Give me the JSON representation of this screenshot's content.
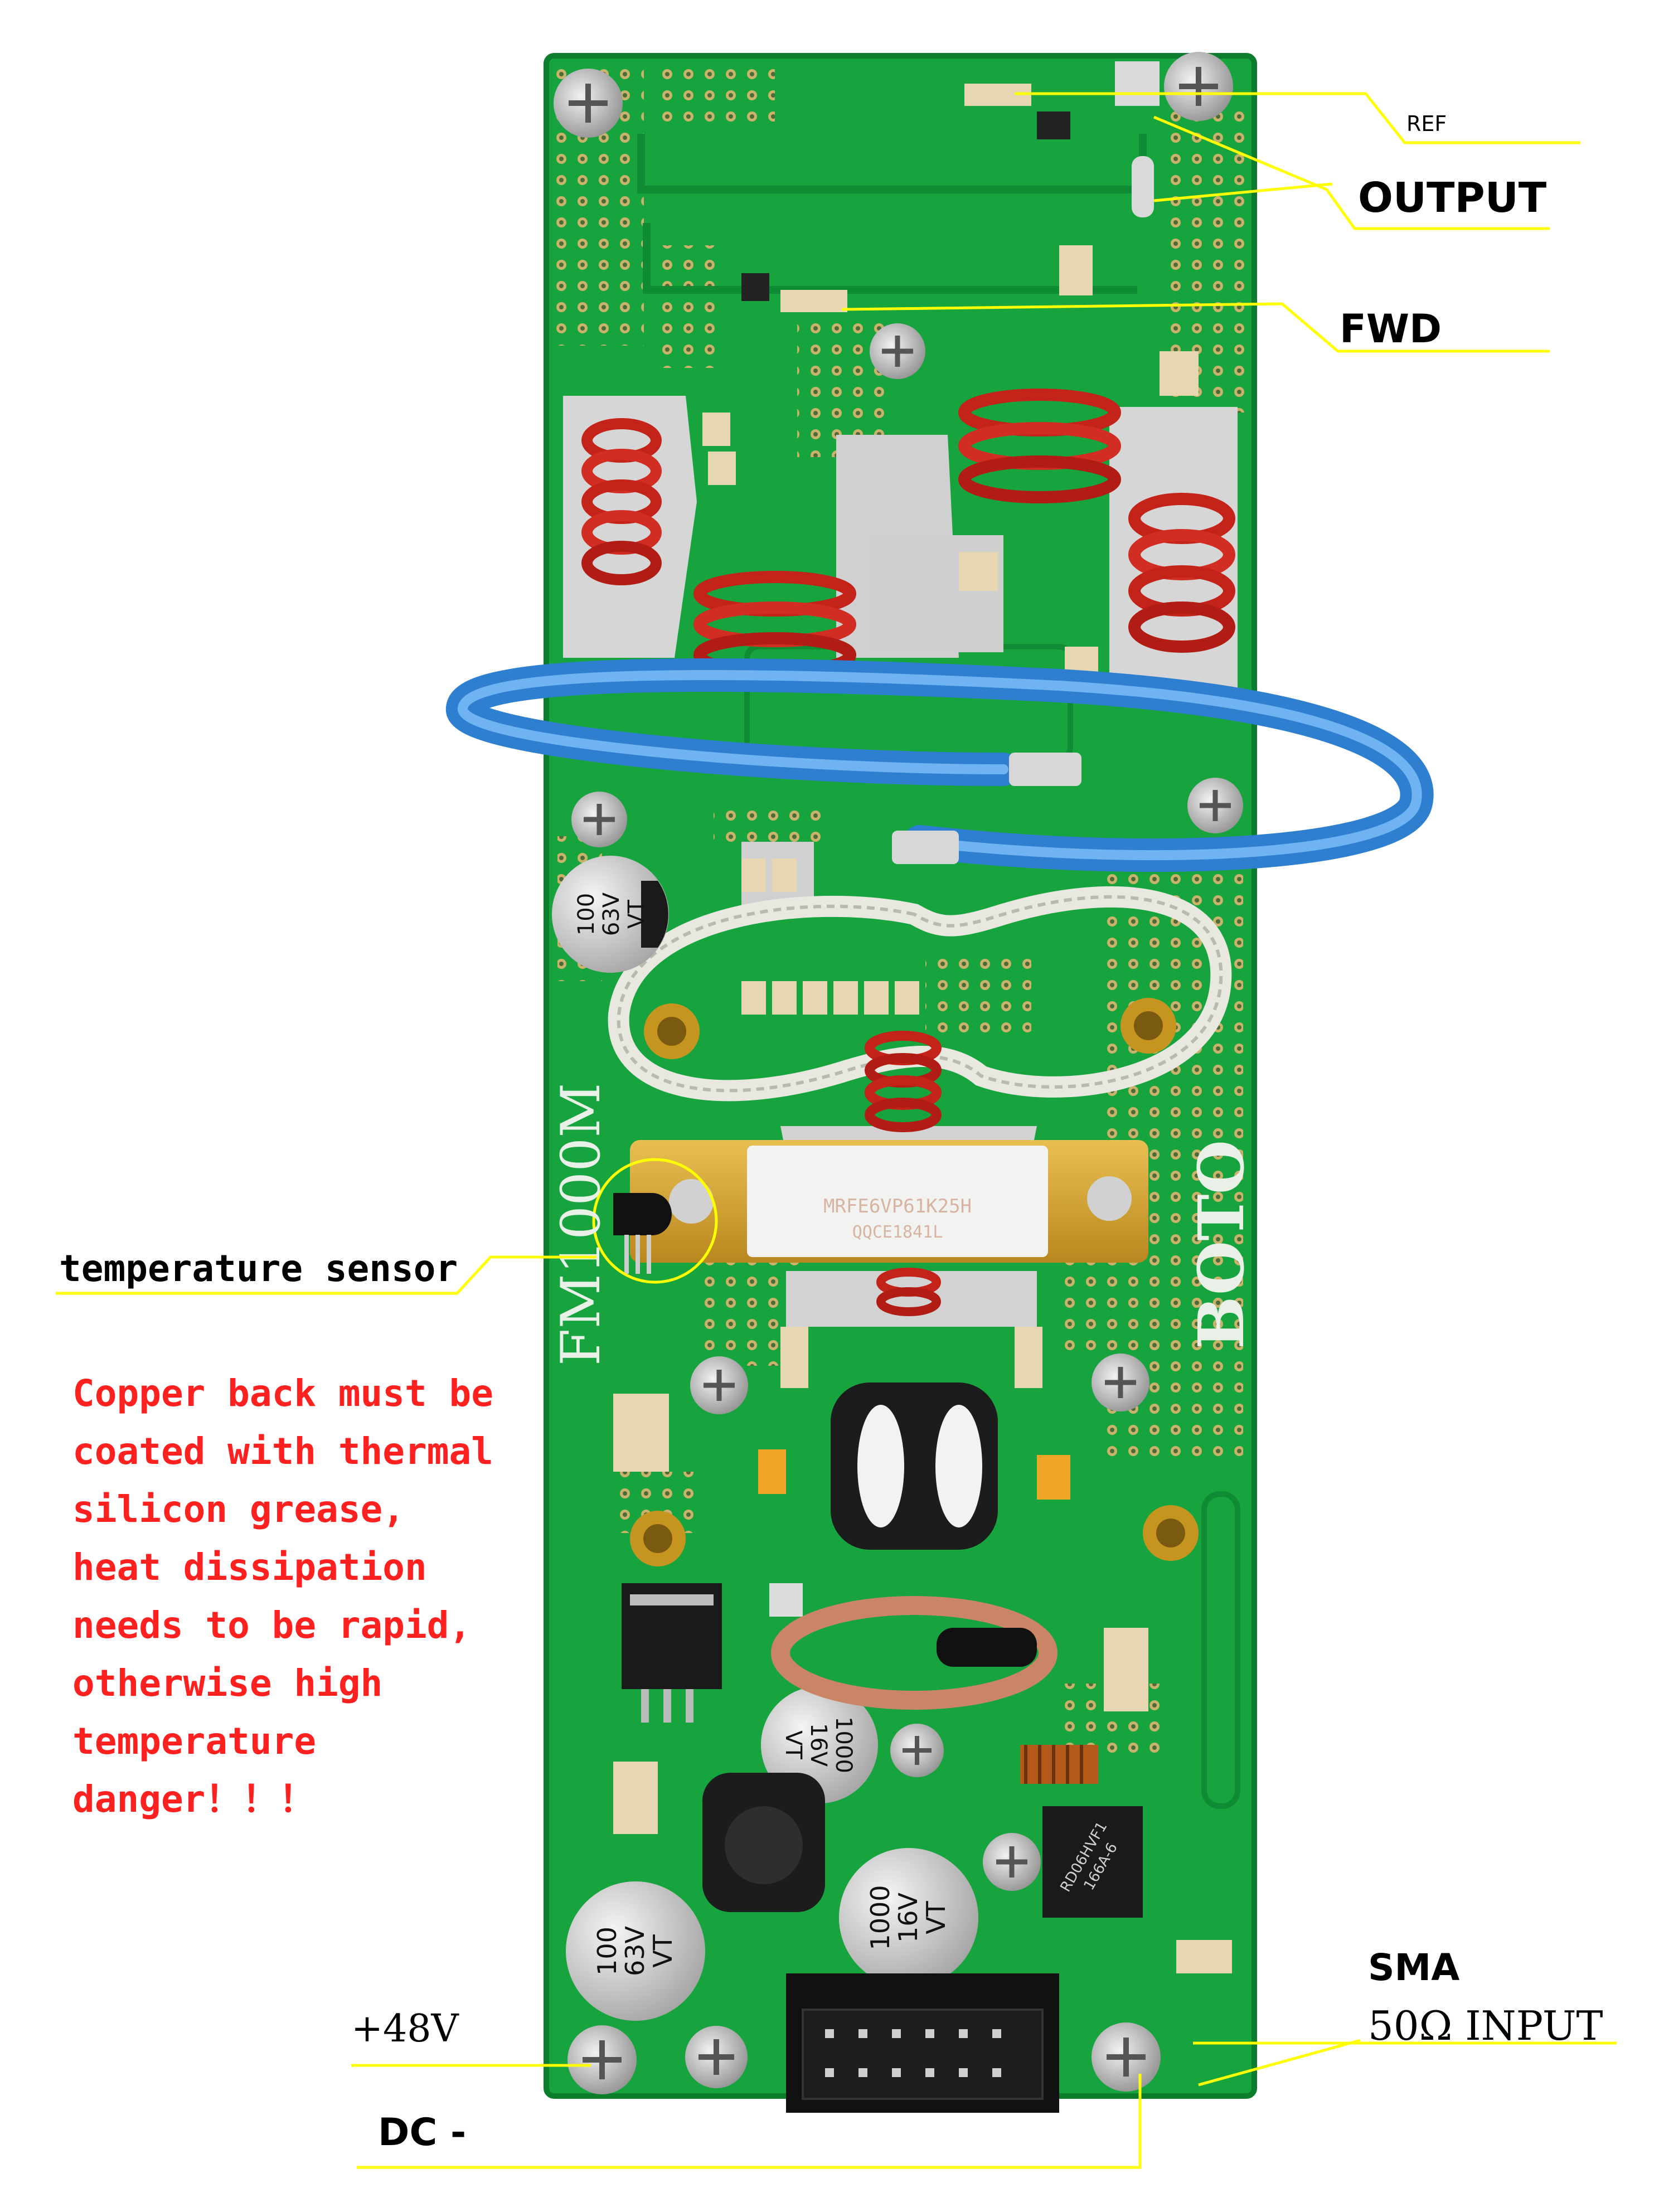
{
  "labels": {
    "ref": "REF",
    "output": "OUTPUT",
    "fwd": "FWD",
    "temperature_sensor": "temperature sensor",
    "sma": "SMA",
    "input": "50Ω INPUT",
    "v48": "+48V",
    "dc_minus": "DC -"
  },
  "warning": {
    "lines": [
      "Copper back must be",
      "coated with thermal",
      "silicon grease,",
      "heat dissipation",
      "needs to be rapid,",
      "otherwise high",
      "temperature",
      "danger！！！"
    ]
  },
  "board": {
    "model_text": "FM1000M",
    "brand_text": "BOTO",
    "transistor_line1": "MRFE6VP61K25H",
    "transistor_line2": "QQCE1841L",
    "cap_top_value": "100",
    "cap_top_rating": "63V",
    "cap_top_series": "VT",
    "cap_mid_value": "1000",
    "cap_mid_rating": "16V",
    "cap_mid_series": "VT",
    "cap_bl_value": "100",
    "cap_bl_rating": "63V",
    "cap_bl_series": "VT",
    "cap_bc_value": "1000",
    "cap_bc_rating": "16V",
    "cap_bc_series": "VT",
    "regulator_line1": "RD06HVF1",
    "regulator_line2": "166A-6"
  },
  "colors": {
    "pcb": "#17a43f",
    "pcb_dark": "#0e8a32",
    "annotation_line": "#ffff00",
    "warning_text": "#ff2020",
    "coil": "#c4231a",
    "coax_blue": "#3b8fe0",
    "coax_white": "#e8e8e0",
    "gold": "#d8a531",
    "solder": "#d6d6d6"
  }
}
